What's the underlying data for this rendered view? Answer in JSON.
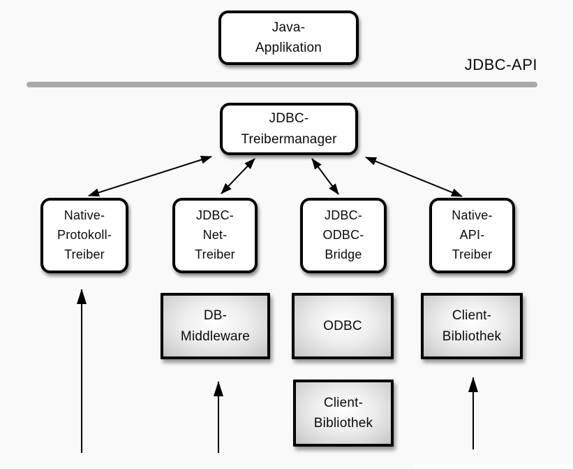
{
  "diagram": {
    "api_layer_label": "JDBC-API",
    "nodes": {
      "java_application": {
        "label": "Java-\nApplikation"
      },
      "treibermanager": {
        "label": "JDBC-\nTreibermanager"
      },
      "native_protokoll_treiber": {
        "label": "Native-\nProtokoll-\nTreiber"
      },
      "jdbc_net_treiber": {
        "label": "JDBC-\nNet-\nTreiber"
      },
      "jdbc_odbc_bridge": {
        "label": "JDBC-\nODBC-\nBridge"
      },
      "native_api_treiber": {
        "label": "Native-\nAPI-\nTreiber"
      },
      "db_middleware": {
        "label": "DB-\nMiddleware"
      },
      "odbc": {
        "label": "ODBC"
      },
      "client_bibliothek_odbc": {
        "label": "Client-\nBibliothek"
      },
      "client_bibliothek_native": {
        "label": "Client-\nBibliothek"
      }
    },
    "colors": {
      "background": "#f9f9f9",
      "box_fill": "#ffffff",
      "box_border": "#000000",
      "gray_box_center": "#ffffff",
      "gray_box_edge": "#c3c3c3",
      "divider_line": "#a9a9ad",
      "arrow": "#000000",
      "text": "#0a0a0a"
    }
  }
}
